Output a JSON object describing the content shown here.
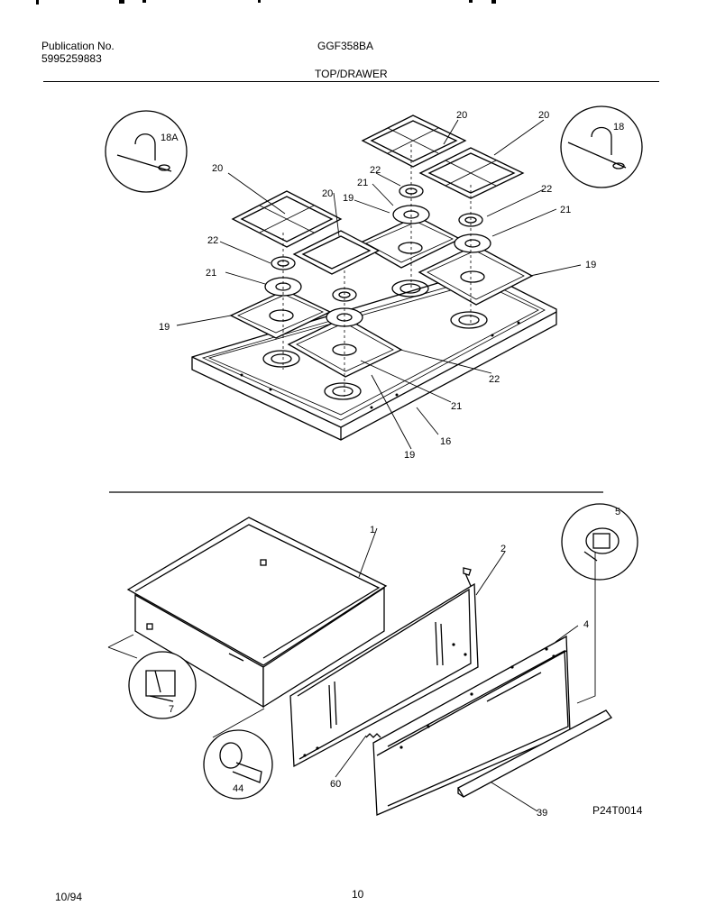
{
  "header": {
    "publication_label": "Publication No.",
    "publication_number": "5995259883",
    "model": "GGF358BA",
    "section_title": "TOP/DRAWER"
  },
  "callouts": {
    "c18a": "18A",
    "c18": "18",
    "c20a": "20",
    "c20b": "20",
    "c20c": "20",
    "c20d": "20",
    "c21a": "21",
    "c21b": "21",
    "c21c": "21",
    "c21d": "21",
    "c22a": "22",
    "c22b": "22",
    "c22c": "22",
    "c22d": "22",
    "c19a": "19",
    "c19b": "19",
    "c19c": "19",
    "c19d": "19",
    "c16": "16",
    "c1": "1",
    "c2": "2",
    "c4": "4",
    "c5": "5",
    "c7": "7",
    "c44": "44",
    "c60": "60",
    "c39": "39"
  },
  "figure_code": "P24T0014",
  "footer": {
    "date": "10/94",
    "page": "10"
  }
}
